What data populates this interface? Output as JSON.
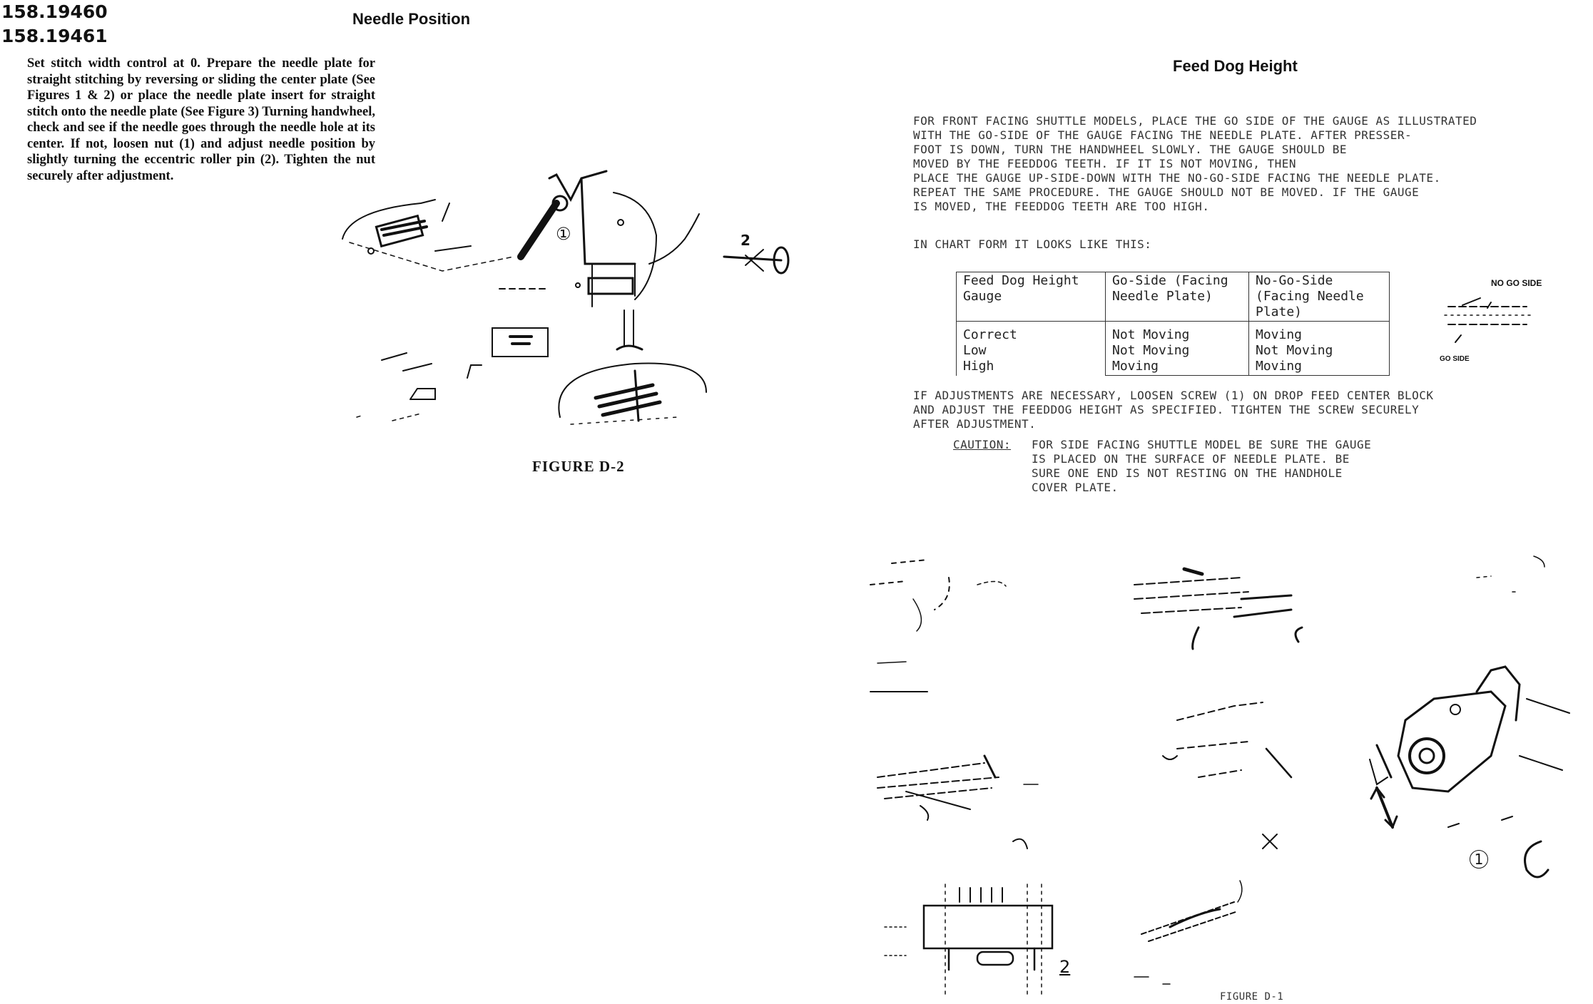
{
  "header": {
    "model_numbers": [
      "158.19460",
      "158.19461"
    ]
  },
  "left": {
    "heading": "Needle Position",
    "body": "Set stitch width control at 0. Prepare the needle plate for straight stitching by reversing or sliding the center plate (See Figures 1 & 2) or place the needle plate insert for straight stitch onto the needle plate (See Figure 3) Turning handwheel, check and see if the needle goes through the needle hole at its center. If not, loosen nut (1) and adjust needle position by slightly turning the eccentric roller pin (2). Tighten the nut securely after adjustment.",
    "callout_1": "①",
    "callout_2": "2",
    "figure_caption": "FIGURE D-2"
  },
  "right": {
    "heading": "Feed Dog Height",
    "intro_lines": [
      "FOR FRONT FACING SHUTTLE MODELS, PLACE THE GO SIDE OF THE GAUGE AS ILLUSTRATED",
      "WITH THE GO-SIDE OF THE GAUGE FACING THE NEEDLE PLATE. AFTER PRESSER-",
      "FOOT IS DOWN, TURN THE HANDWHEEL SLOWLY. THE GAUGE SHOULD BE",
      "MOVED BY THE FEEDDOG TEETH. IF IT IS NOT MOVING, THEN",
      "PLACE THE GAUGE UP-SIDE-DOWN WITH THE NO-GO-SIDE FACING THE NEEDLE PLATE.",
      "REPEAT THE SAME PROCEDURE. THE GAUGE SHOULD NOT BE MOVED. IF THE GAUGE",
      "IS MOVED, THE FEEDDOG TEETH ARE TOO HIGH."
    ],
    "chart_intro": "IN CHART FORM IT LOOKS LIKE THIS:",
    "table": {
      "headers": [
        "Feed Dog Height Gauge",
        "Go-Side (Facing Needle Plate)",
        "No-Go-Side (Facing Needle Plate)"
      ],
      "rows": [
        [
          "Correct",
          "Not Moving",
          "Moving"
        ],
        [
          "Low",
          "Not Moving",
          "Not Moving"
        ],
        [
          "High",
          "Moving",
          "Moving"
        ]
      ]
    },
    "gauge_label_nogo": "NO GO SIDE",
    "gauge_label_go": "GO SIDE",
    "adjust_lines": [
      "IF ADJUSTMENTS ARE NECESSARY, LOOSEN SCREW (1) ON DROP FEED CENTER BLOCK",
      "AND ADJUST THE FEEDDOG HEIGHT AS SPECIFIED. TIGHTEN THE SCREW SECURELY",
      "AFTER ADJUSTMENT."
    ],
    "caution_label": "CAUTION:",
    "caution_lines": [
      "FOR SIDE FACING SHUTTLE MODEL BE SURE THE GAUGE",
      "IS PLACED ON THE SURFACE OF NEEDLE PLATE. BE",
      "SURE ONE END IS NOT RESTING ON THE HANDHOLE",
      "COVER PLATE."
    ],
    "callout_1": "1",
    "callout_2": "2",
    "figure_caption": "FIGURE D-1"
  }
}
